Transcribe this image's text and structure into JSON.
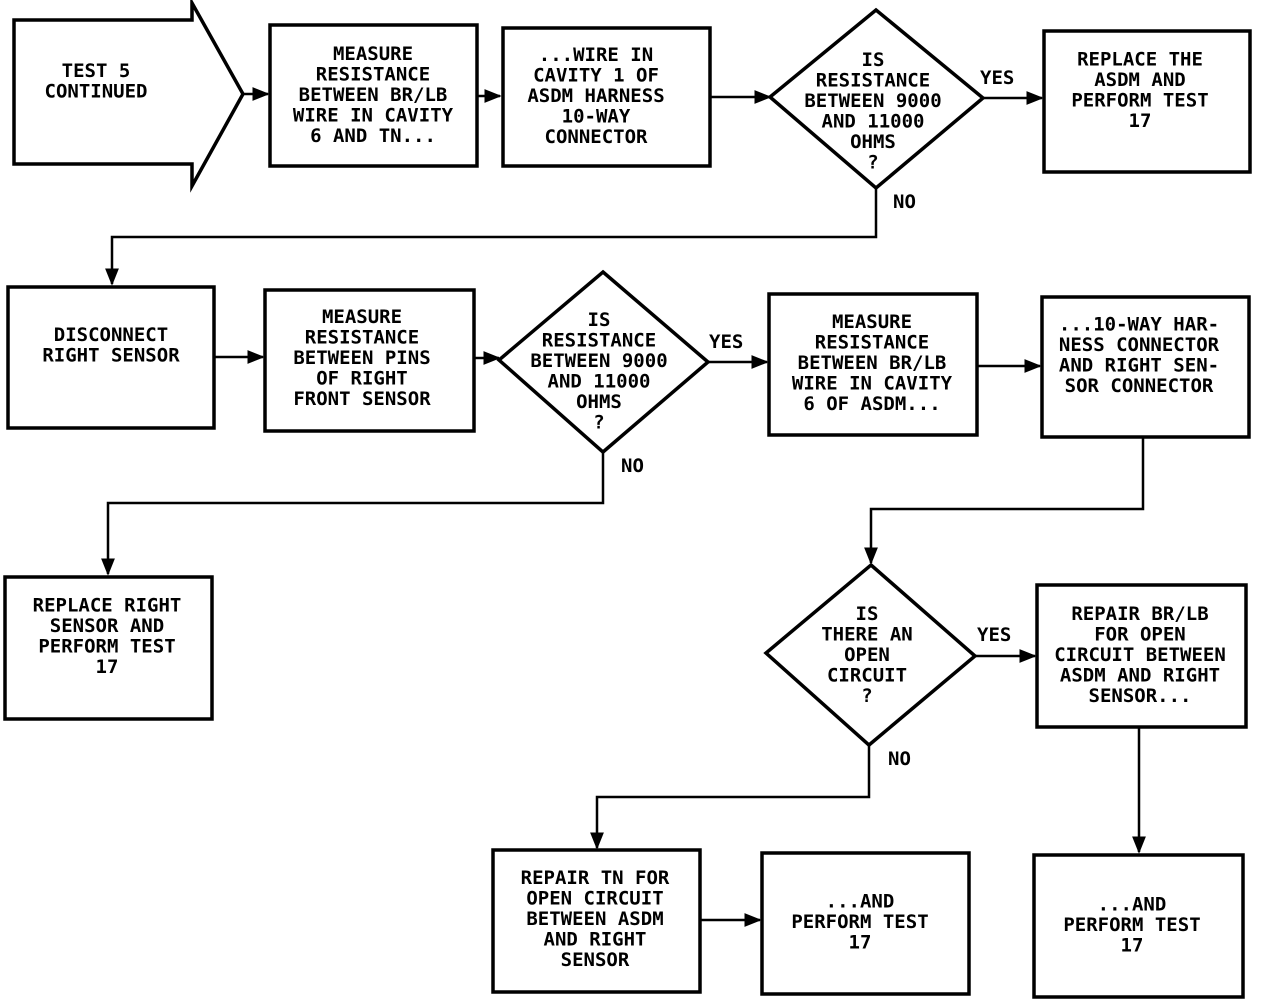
{
  "nodes": {
    "start": {
      "lines": [
        "TEST 5",
        "CONTINUED"
      ]
    },
    "b1": {
      "lines": [
        "MEASURE",
        "RESISTANCE",
        "BETWEEN BR/LB",
        "WIRE IN CAVITY",
        "6 AND TN..."
      ]
    },
    "b2": {
      "lines": [
        "...WIRE IN",
        "CAVITY 1 OF",
        "ASDM HARNESS",
        "10-WAY",
        "CONNECTOR"
      ]
    },
    "d1": {
      "lines": [
        "IS",
        "RESISTANCE",
        "BETWEEN 9000",
        "AND 11000",
        "OHMS",
        "?"
      ]
    },
    "b3": {
      "lines": [
        "REPLACE THE",
        "ASDM AND",
        "PERFORM TEST",
        "17"
      ]
    },
    "b4": {
      "lines": [
        "DISCONNECT",
        "RIGHT SENSOR"
      ]
    },
    "b5": {
      "lines": [
        "MEASURE",
        "RESISTANCE",
        "BETWEEN PINS",
        "OF RIGHT",
        "FRONT SENSOR"
      ]
    },
    "d2": {
      "lines": [
        "IS",
        "RESISTANCE",
        "BETWEEN 9000",
        "AND 11000",
        "OHMS",
        "?"
      ]
    },
    "b6": {
      "lines": [
        "MEASURE",
        "RESISTANCE",
        "BETWEEN BR/LB",
        "WIRE IN CAVITY",
        "6 OF ASDM..."
      ]
    },
    "b7": {
      "lines": [
        "...10-WAY HAR-",
        "NESS CONNECTOR",
        "AND RIGHT SEN-",
        "SOR CONNECTOR"
      ]
    },
    "b8": {
      "lines": [
        "REPLACE RIGHT",
        "SENSOR AND",
        "PERFORM TEST",
        "17"
      ]
    },
    "d3": {
      "lines": [
        "IS",
        "THERE AN",
        "OPEN",
        "CIRCUIT",
        "?"
      ]
    },
    "b9": {
      "lines": [
        "REPAIR BR/LB",
        "FOR OPEN",
        "CIRCUIT BETWEEN",
        "ASDM AND RIGHT",
        "SENSOR..."
      ]
    },
    "b10": {
      "lines": [
        "REPAIR TN FOR",
        "OPEN CIRCUIT",
        "BETWEEN ASDM",
        "AND RIGHT",
        "SENSOR"
      ]
    },
    "b11": {
      "lines": [
        "...AND",
        "PERFORM TEST",
        "17"
      ]
    },
    "b12": {
      "lines": [
        "...AND",
        "PERFORM TEST",
        "17"
      ]
    }
  },
  "labels": {
    "d1_yes": "YES",
    "d1_no": "NO",
    "d2_yes": "YES",
    "d2_no": "NO",
    "d3_yes": "YES",
    "d3_no": "NO"
  }
}
